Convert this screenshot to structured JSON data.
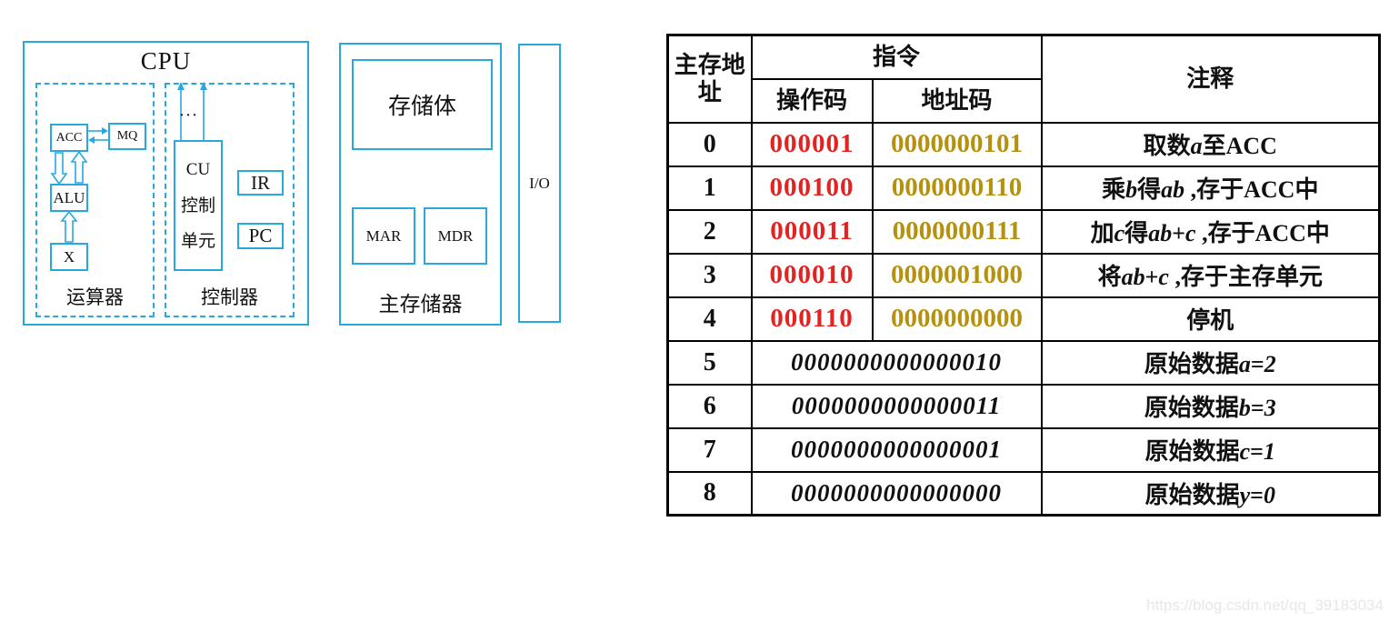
{
  "colors": {
    "diagram_line": "#29a8e0",
    "opcode_text": "#e32222",
    "address_code_text": "#b5920e",
    "table_border": "#000000"
  },
  "cpu": {
    "title": "CPU",
    "acc": "ACC",
    "mq": "MQ",
    "alu": "ALU",
    "x": "X",
    "cu_lines": [
      "CU",
      "控制",
      "单元"
    ],
    "ir": "IR",
    "pc": "PC",
    "dots": "···",
    "arithmetic_section_label": "运算器",
    "control_section_label": "控制器"
  },
  "memory": {
    "bank": "存储体",
    "mar": "MAR",
    "mdr": "MDR",
    "label": "主存储器"
  },
  "io_label": "I/O",
  "table": {
    "headers": {
      "address": "主存地址",
      "instruction": "指令",
      "opcode": "操作码",
      "address_code": "地址码",
      "comment": "注释"
    },
    "rows": [
      {
        "addr": "0",
        "opcode": "000001",
        "addr_code": "0000000101",
        "comment": "取数*a*至ACC"
      },
      {
        "addr": "1",
        "opcode": "000100",
        "addr_code": "0000000110",
        "comment": "乘*b*得*ab* ,存于ACC中"
      },
      {
        "addr": "2",
        "opcode": "000011",
        "addr_code": "0000000111",
        "comment": "加*c*得*ab*+*c* ,存于ACC中"
      },
      {
        "addr": "3",
        "opcode": "000010",
        "addr_code": "0000001000",
        "comment": "将*ab*+*c* ,存于主存单元"
      },
      {
        "addr": "4",
        "opcode": "000110",
        "addr_code": "0000000000",
        "comment": "停机"
      },
      {
        "addr": "5",
        "value": "0000000000000010",
        "comment": "原始数据*a*=*2*"
      },
      {
        "addr": "6",
        "value": "0000000000000011",
        "comment": "原始数据*b*=*3*"
      },
      {
        "addr": "7",
        "value": "0000000000000001",
        "comment": "原始数据*c*=*1*"
      },
      {
        "addr": "8",
        "value": "0000000000000000",
        "comment": "原始数据*y*=*0*"
      }
    ]
  },
  "watermark": "https://blog.csdn.net/qq_39183034"
}
